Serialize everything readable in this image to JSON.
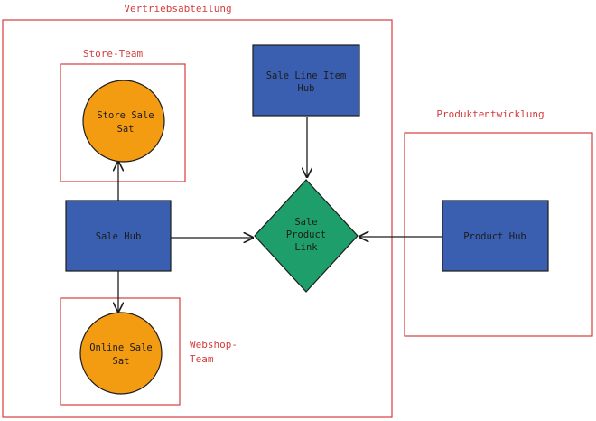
{
  "groups": {
    "vertrieb": {
      "label": "Vertriebsabteilung"
    },
    "store_team": {
      "label": "Store-Team"
    },
    "webshop_team": {
      "label_line1": "Webshop-",
      "label_line2": "Team"
    },
    "produkt": {
      "label": "Produktentwicklung"
    }
  },
  "nodes": {
    "sale_line_item_hub": {
      "line1": "Sale Line Item",
      "line2": "Hub"
    },
    "store_sale_sat": {
      "line1": "Store Sale",
      "line2": "Sat"
    },
    "sale_hub": {
      "line1": "Sale Hub"
    },
    "sale_product_link": {
      "line1": "Sale",
      "line2": "Product",
      "line3": "Link"
    },
    "product_hub": {
      "line1": "Product Hub"
    },
    "online_sale_sat": {
      "line1": "Online Sale",
      "line2": "Sat"
    }
  },
  "colors": {
    "hub": "#3a5fb0",
    "satellite": "#f39c12",
    "link": "#1e9e6a",
    "group_border": "#d43c3c",
    "stroke": "#1c1c1c"
  }
}
